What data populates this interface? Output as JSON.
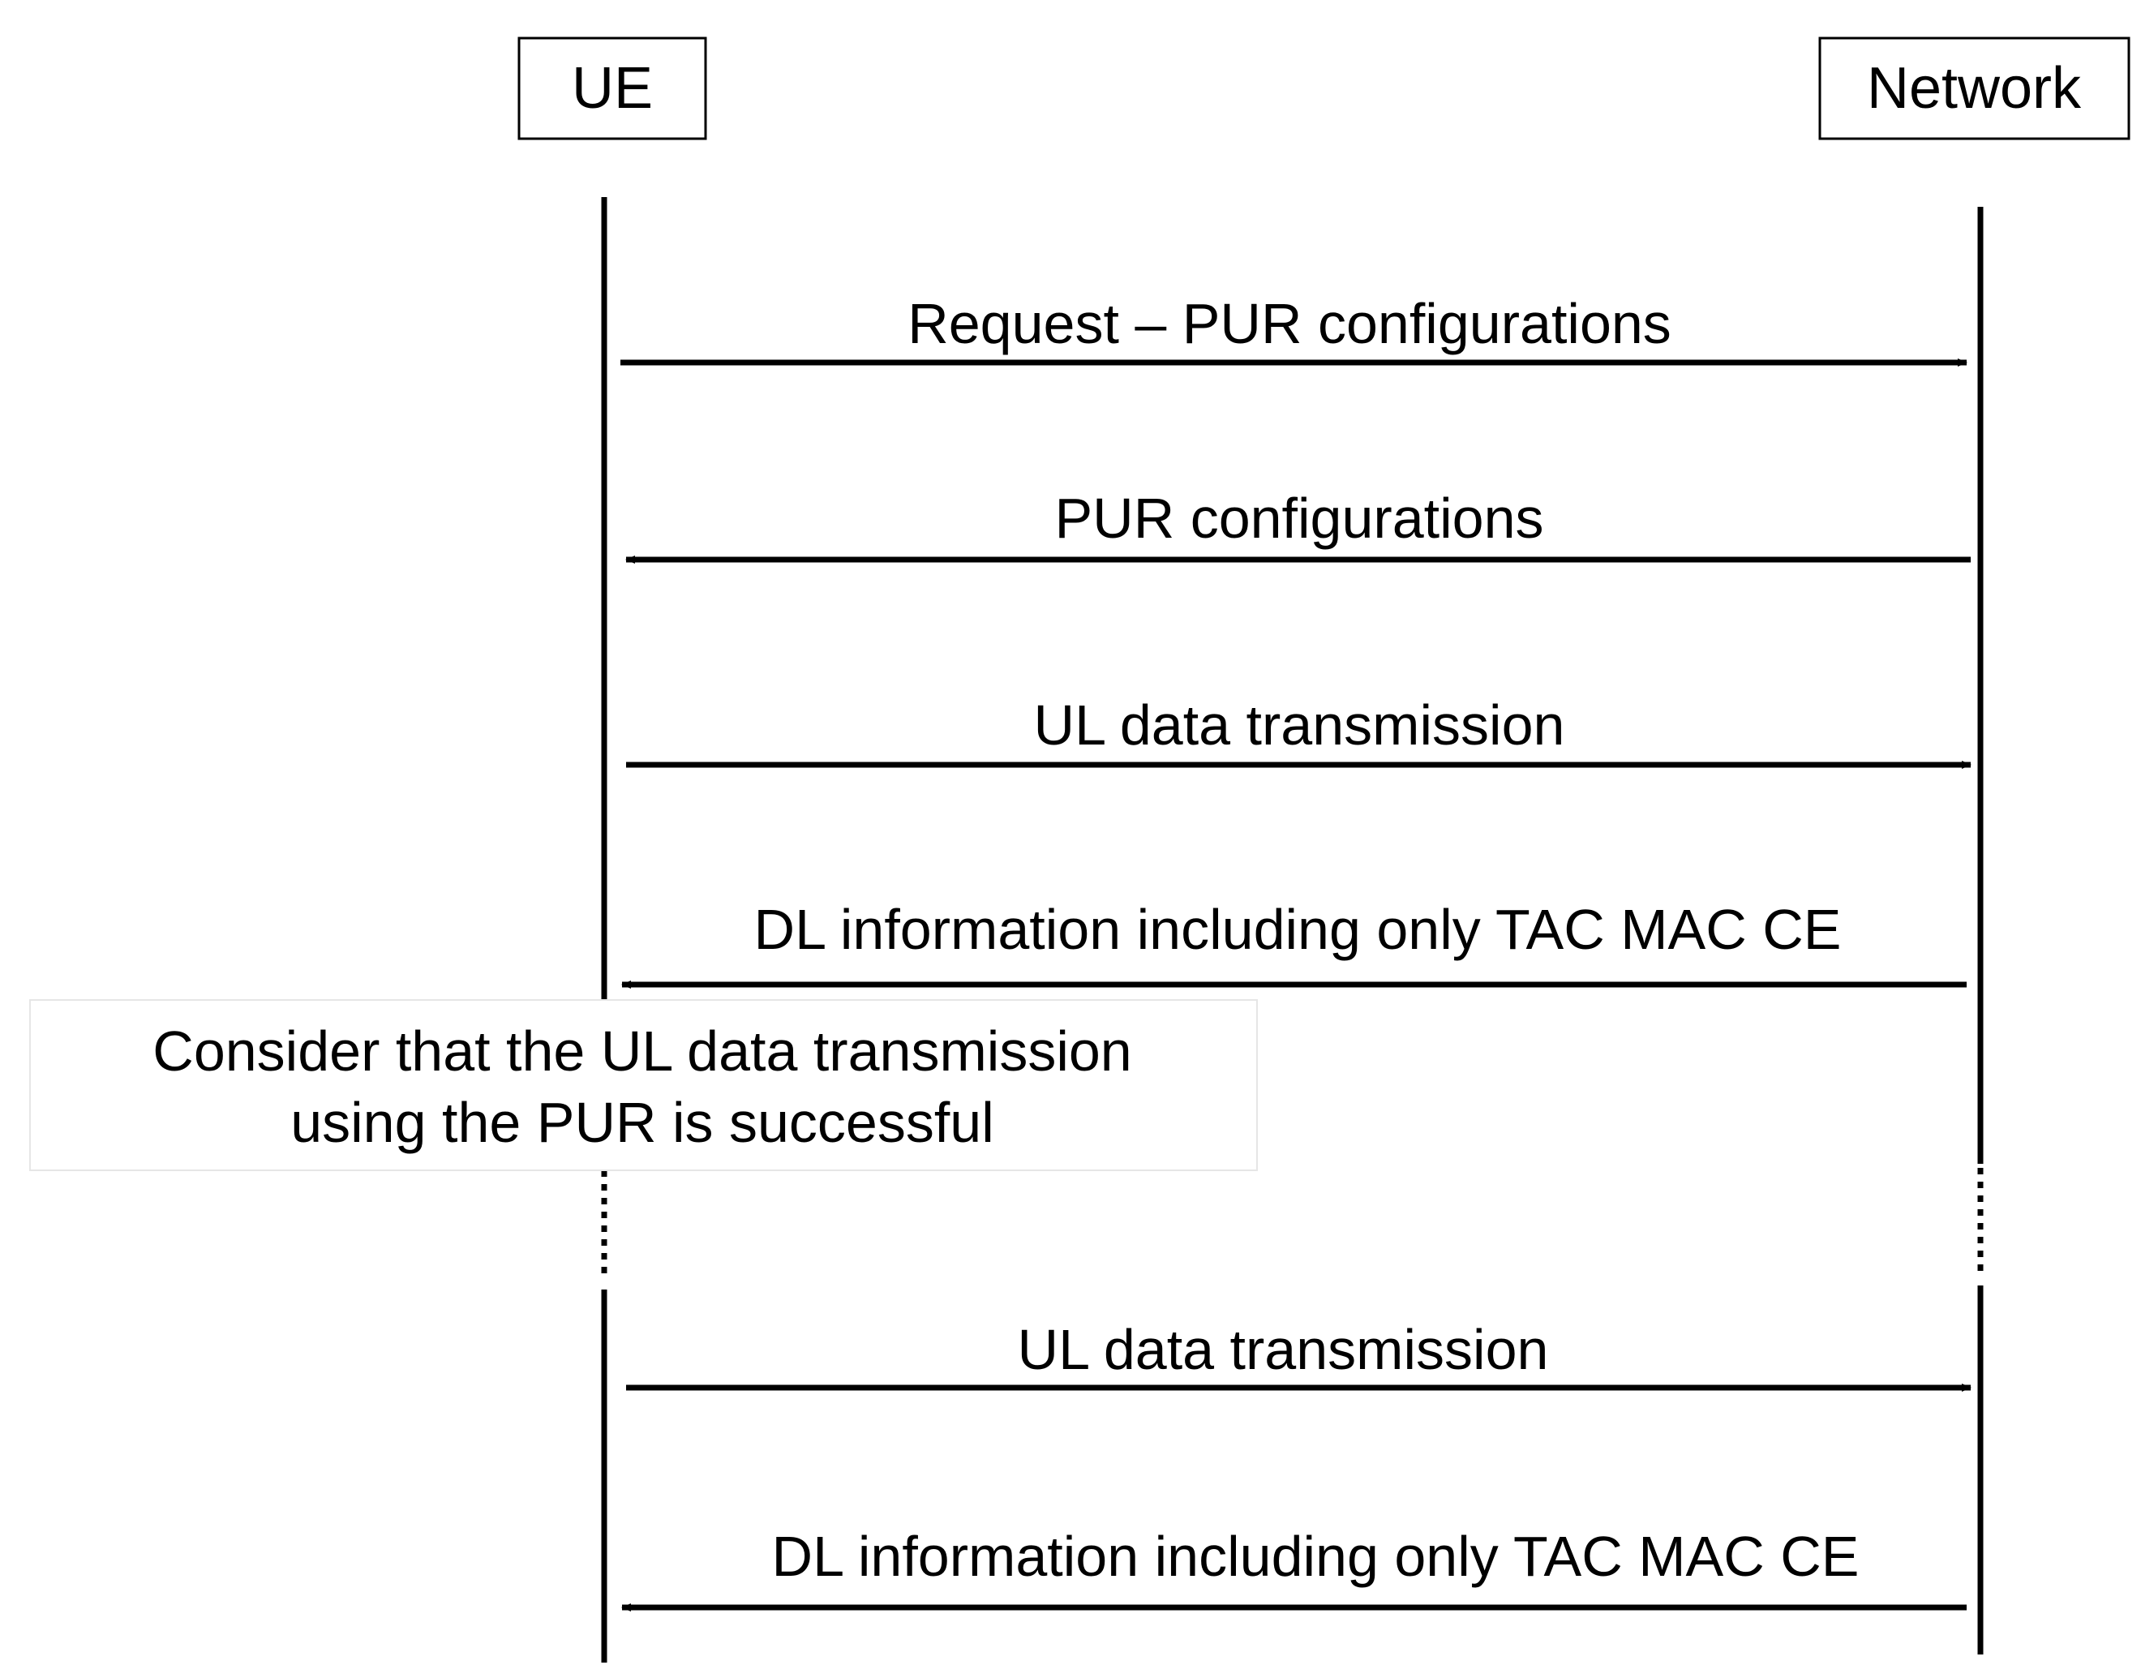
{
  "actors": {
    "ue": {
      "label": "UE"
    },
    "network": {
      "label": "Network"
    }
  },
  "messages": [
    {
      "label": "Request – PUR configurations",
      "direction": "ue-to-network"
    },
    {
      "label": "PUR configurations",
      "direction": "network-to-ue"
    },
    {
      "label": "UL data transmission",
      "direction": "ue-to-network"
    },
    {
      "label": "DL information including only TAC MAC CE",
      "direction": "network-to-ue"
    },
    {
      "label": "UL data transmission",
      "direction": "ue-to-network"
    },
    {
      "label": "DL information including only TAC MAC CE",
      "direction": "network-to-ue"
    }
  ],
  "note": {
    "line1": "Consider that the UL data transmission",
    "line2": "using the PUR is successful"
  },
  "colors": {
    "line": "#000000",
    "background": "#ffffff",
    "note_border": "#e6e6e6"
  }
}
